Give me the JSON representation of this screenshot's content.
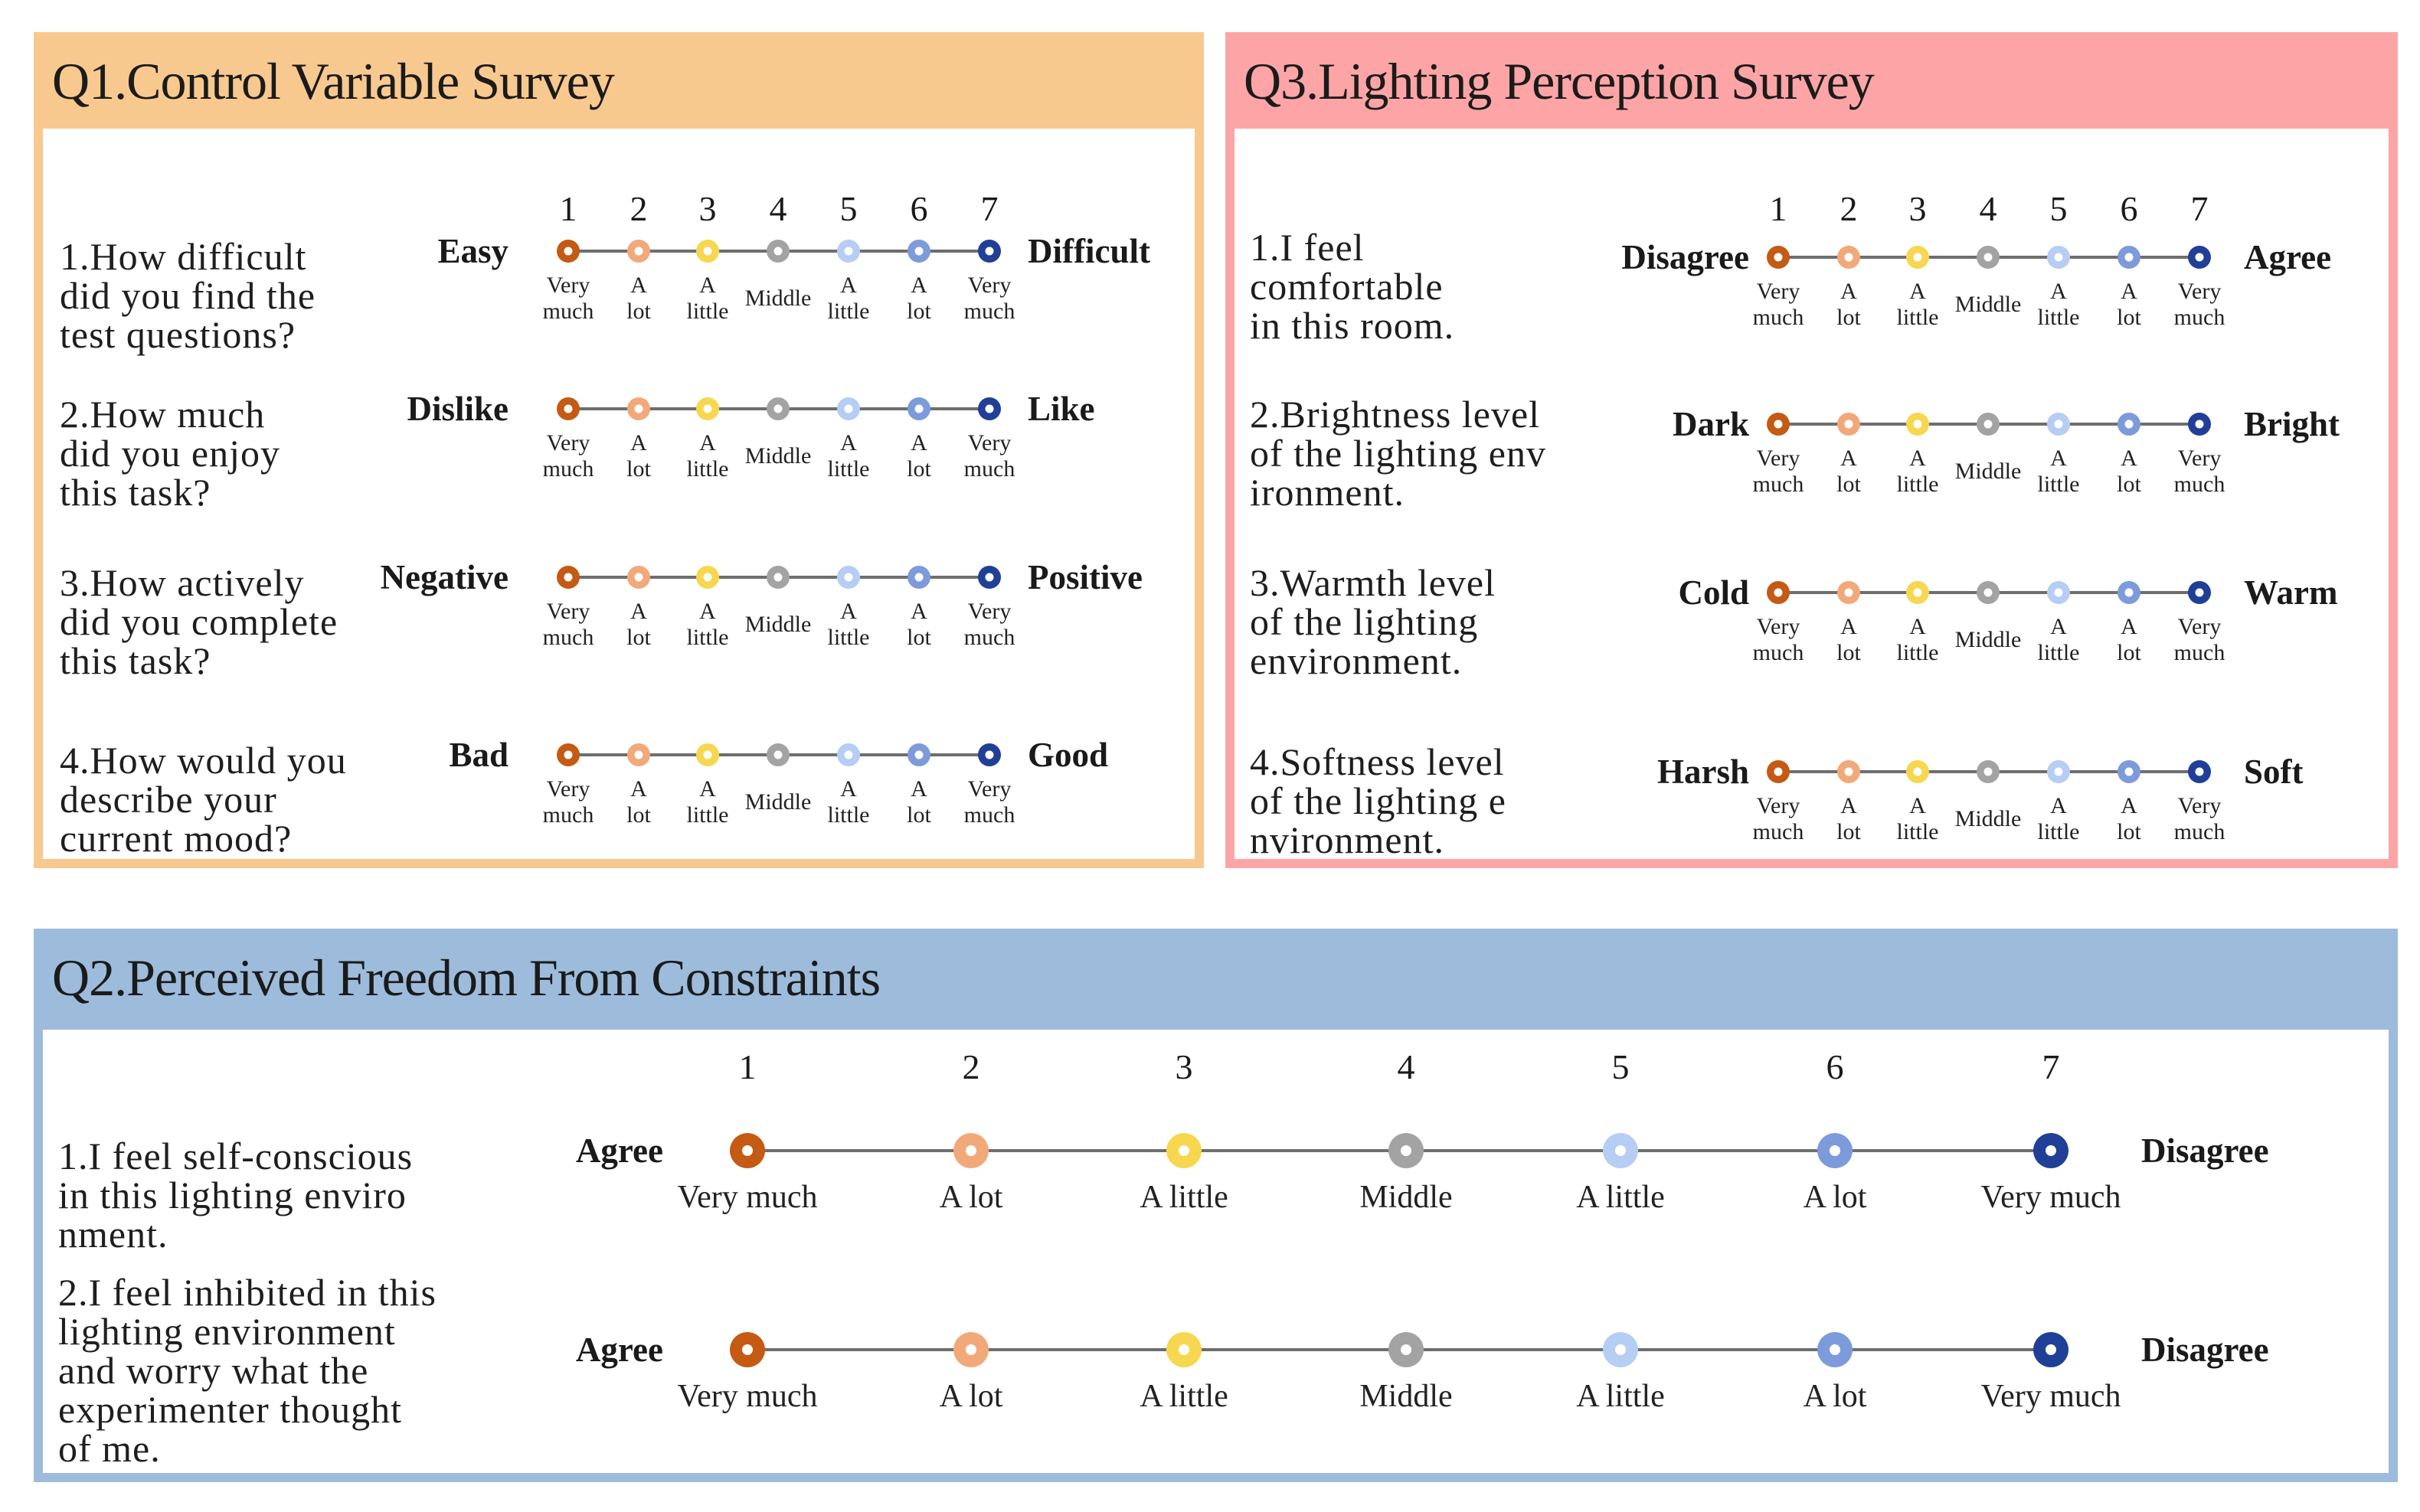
{
  "colors": {
    "q1_frame": "#f8c98f",
    "q3_frame": "#fda5a6",
    "q2_frame": "#9dbcdc",
    "points": [
      "#c45a13",
      "#f2a97a",
      "#f7d74f",
      "#a3a3a3",
      "#b6cdf4",
      "#7d9bdb",
      "#203f97"
    ]
  },
  "scale_numbers": [
    "1",
    "2",
    "3",
    "4",
    "5",
    "6",
    "7"
  ],
  "point_labels_short": [
    [
      "Very",
      "much"
    ],
    [
      "A",
      "lot"
    ],
    [
      "A",
      "little"
    ],
    [
      "Middle"
    ],
    [
      "A",
      "little"
    ],
    [
      "A",
      "lot"
    ],
    [
      "Very",
      "much"
    ]
  ],
  "point_labels_long": [
    "Very much",
    "A lot",
    "A little",
    "Middle",
    "A little",
    "A lot",
    "Very much"
  ],
  "q1": {
    "title": "Q1.Control Variable Survey",
    "items": [
      {
        "lines": [
          "1.How difficult",
          "did you find the",
          "test questions?"
        ],
        "left": "Easy",
        "right": "Difficult"
      },
      {
        "lines": [
          "2.How much",
          "did you enjoy",
          "this task?"
        ],
        "left": "Dislike",
        "right": "Like"
      },
      {
        "lines": [
          "3.How actively",
          "did you complete",
          "this task?"
        ],
        "left": "Negative",
        "right": "Positive"
      },
      {
        "lines": [
          "4.How would you",
          "describe your",
          "current mood?"
        ],
        "left": "Bad",
        "right": "Good"
      }
    ]
  },
  "q3": {
    "title": "Q3.Lighting Perception Survey",
    "items": [
      {
        "lines": [
          "1.I feel",
          "comfortable",
          "in this room."
        ],
        "left": "Disagree",
        "right": "Agree"
      },
      {
        "lines": [
          "2.Brightness level",
          "of the lighting env",
          "ironment."
        ],
        "left": "Dark",
        "right": "Bright"
      },
      {
        "lines": [
          "3.Warmth level",
          "of the lighting",
          "environment."
        ],
        "left": "Cold",
        "right": "Warm"
      },
      {
        "lines": [
          "4.Softness level",
          "of the lighting e",
          "nvironment."
        ],
        "left": "Harsh",
        "right": "Soft"
      }
    ]
  },
  "q2": {
    "title": "Q2.Perceived Freedom From Constraints",
    "items": [
      {
        "lines": [
          "1.I feel self-conscious",
          "in this lighting enviro",
          "nment."
        ],
        "left": "Agree",
        "right": "Disagree"
      },
      {
        "lines": [
          "2.I feel inhibited in this",
          "lighting environment",
          "and worry what the",
          "experimenter thought",
          "of me."
        ],
        "left": "Agree",
        "right": "Disagree"
      }
    ]
  }
}
